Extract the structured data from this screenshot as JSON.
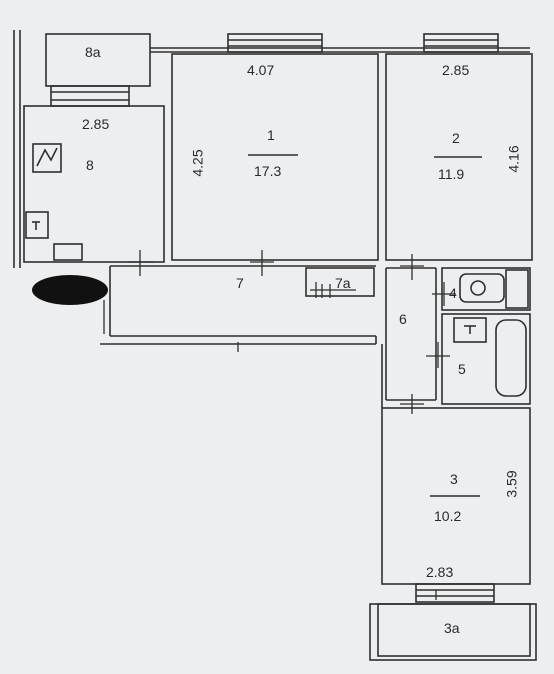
{
  "rooms": [
    {
      "id": "r1",
      "number": "1",
      "area": "17.3"
    },
    {
      "id": "r2",
      "number": "2",
      "area": "11.9"
    },
    {
      "id": "r3",
      "number": "3",
      "area": "10.2"
    },
    {
      "id": "r4",
      "number": "4"
    },
    {
      "id": "r5",
      "number": "5"
    },
    {
      "id": "r6",
      "number": "6"
    },
    {
      "id": "r7",
      "number": "7"
    },
    {
      "id": "r7a",
      "number": "7a"
    },
    {
      "id": "r8",
      "number": "8"
    },
    {
      "id": "r8a",
      "number": "8a"
    },
    {
      "id": "r3a",
      "number": "3a"
    }
  ],
  "dimensions": {
    "room1_width": "4.07",
    "room1_depth": "4.25",
    "room2_width": "2.85",
    "room2_depth": "4.16",
    "room8_width": "2.85",
    "room3_depth": "3.59",
    "room3_width": "2.83"
  },
  "colors": {
    "paper": "#eceef0",
    "line": "#2f2f2f",
    "redaction": "#111111"
  }
}
